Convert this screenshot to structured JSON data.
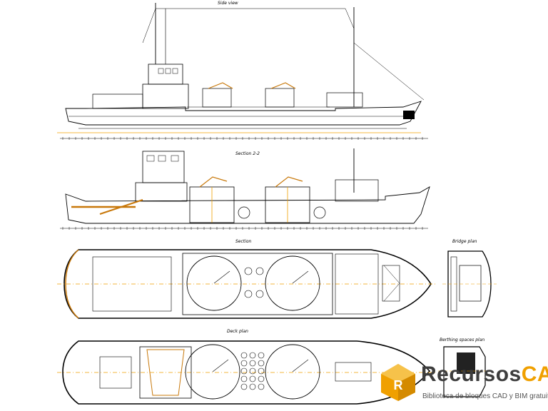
{
  "drawing": {
    "views": {
      "side_view": "Side view",
      "section_2_2": "Section 2-2",
      "section": "Section",
      "bridge_plan": "Bridge plan",
      "deck_plan": "Deck plan",
      "berthing_spaces_plan": "Berthing spaces plan"
    }
  },
  "watermark": {
    "brand_prefix": "Recursos",
    "brand_suffix": "CAD",
    "tagline": "Biblioteca de bloques CAD y BIM gratuita"
  },
  "colors": {
    "line": "#000000",
    "accent": "#f0a000",
    "hatch": "#c8780a",
    "brand_gray": "#3d3d3d"
  }
}
